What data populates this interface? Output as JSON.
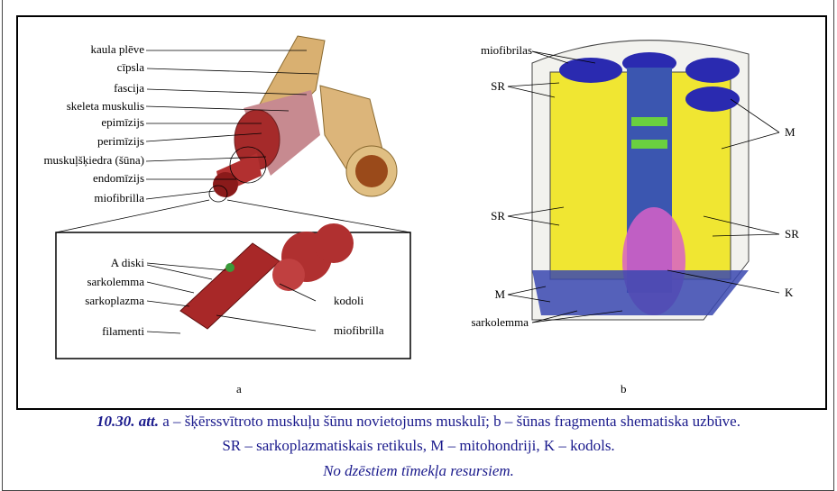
{
  "figure_a": {
    "labels": [
      "kaula plēve",
      "cīpsla",
      "fascija",
      "skeleta muskulis",
      "epimīzijs",
      "perimīzijs",
      "muskuļšķiedra (šūna)",
      "endomīzijs",
      "miofibrilla"
    ],
    "inset_left": [
      "A diski",
      "sarkolemma",
      "sarkoplazma",
      "filamenti"
    ],
    "inset_right": [
      "kodoli",
      "miofibrilla"
    ],
    "letter": "a"
  },
  "figure_b": {
    "left": [
      "miofibrilas",
      "SR",
      "SR",
      "M",
      "sarkolemma"
    ],
    "right": [
      "M",
      "SR",
      "K"
    ],
    "letter": "b"
  },
  "caption": {
    "number": "10.30. att.",
    "line1": " a – šķērssvītroto muskuļu šūnu novietojums muskulī; b – šūnas fragmenta shematiska uzbūve.",
    "line2": "SR – sarkoplazmatiskais retikuls, M – mitohondriji, K – kodols.",
    "source": "No dzēstiem tīmekļa resursiem."
  }
}
